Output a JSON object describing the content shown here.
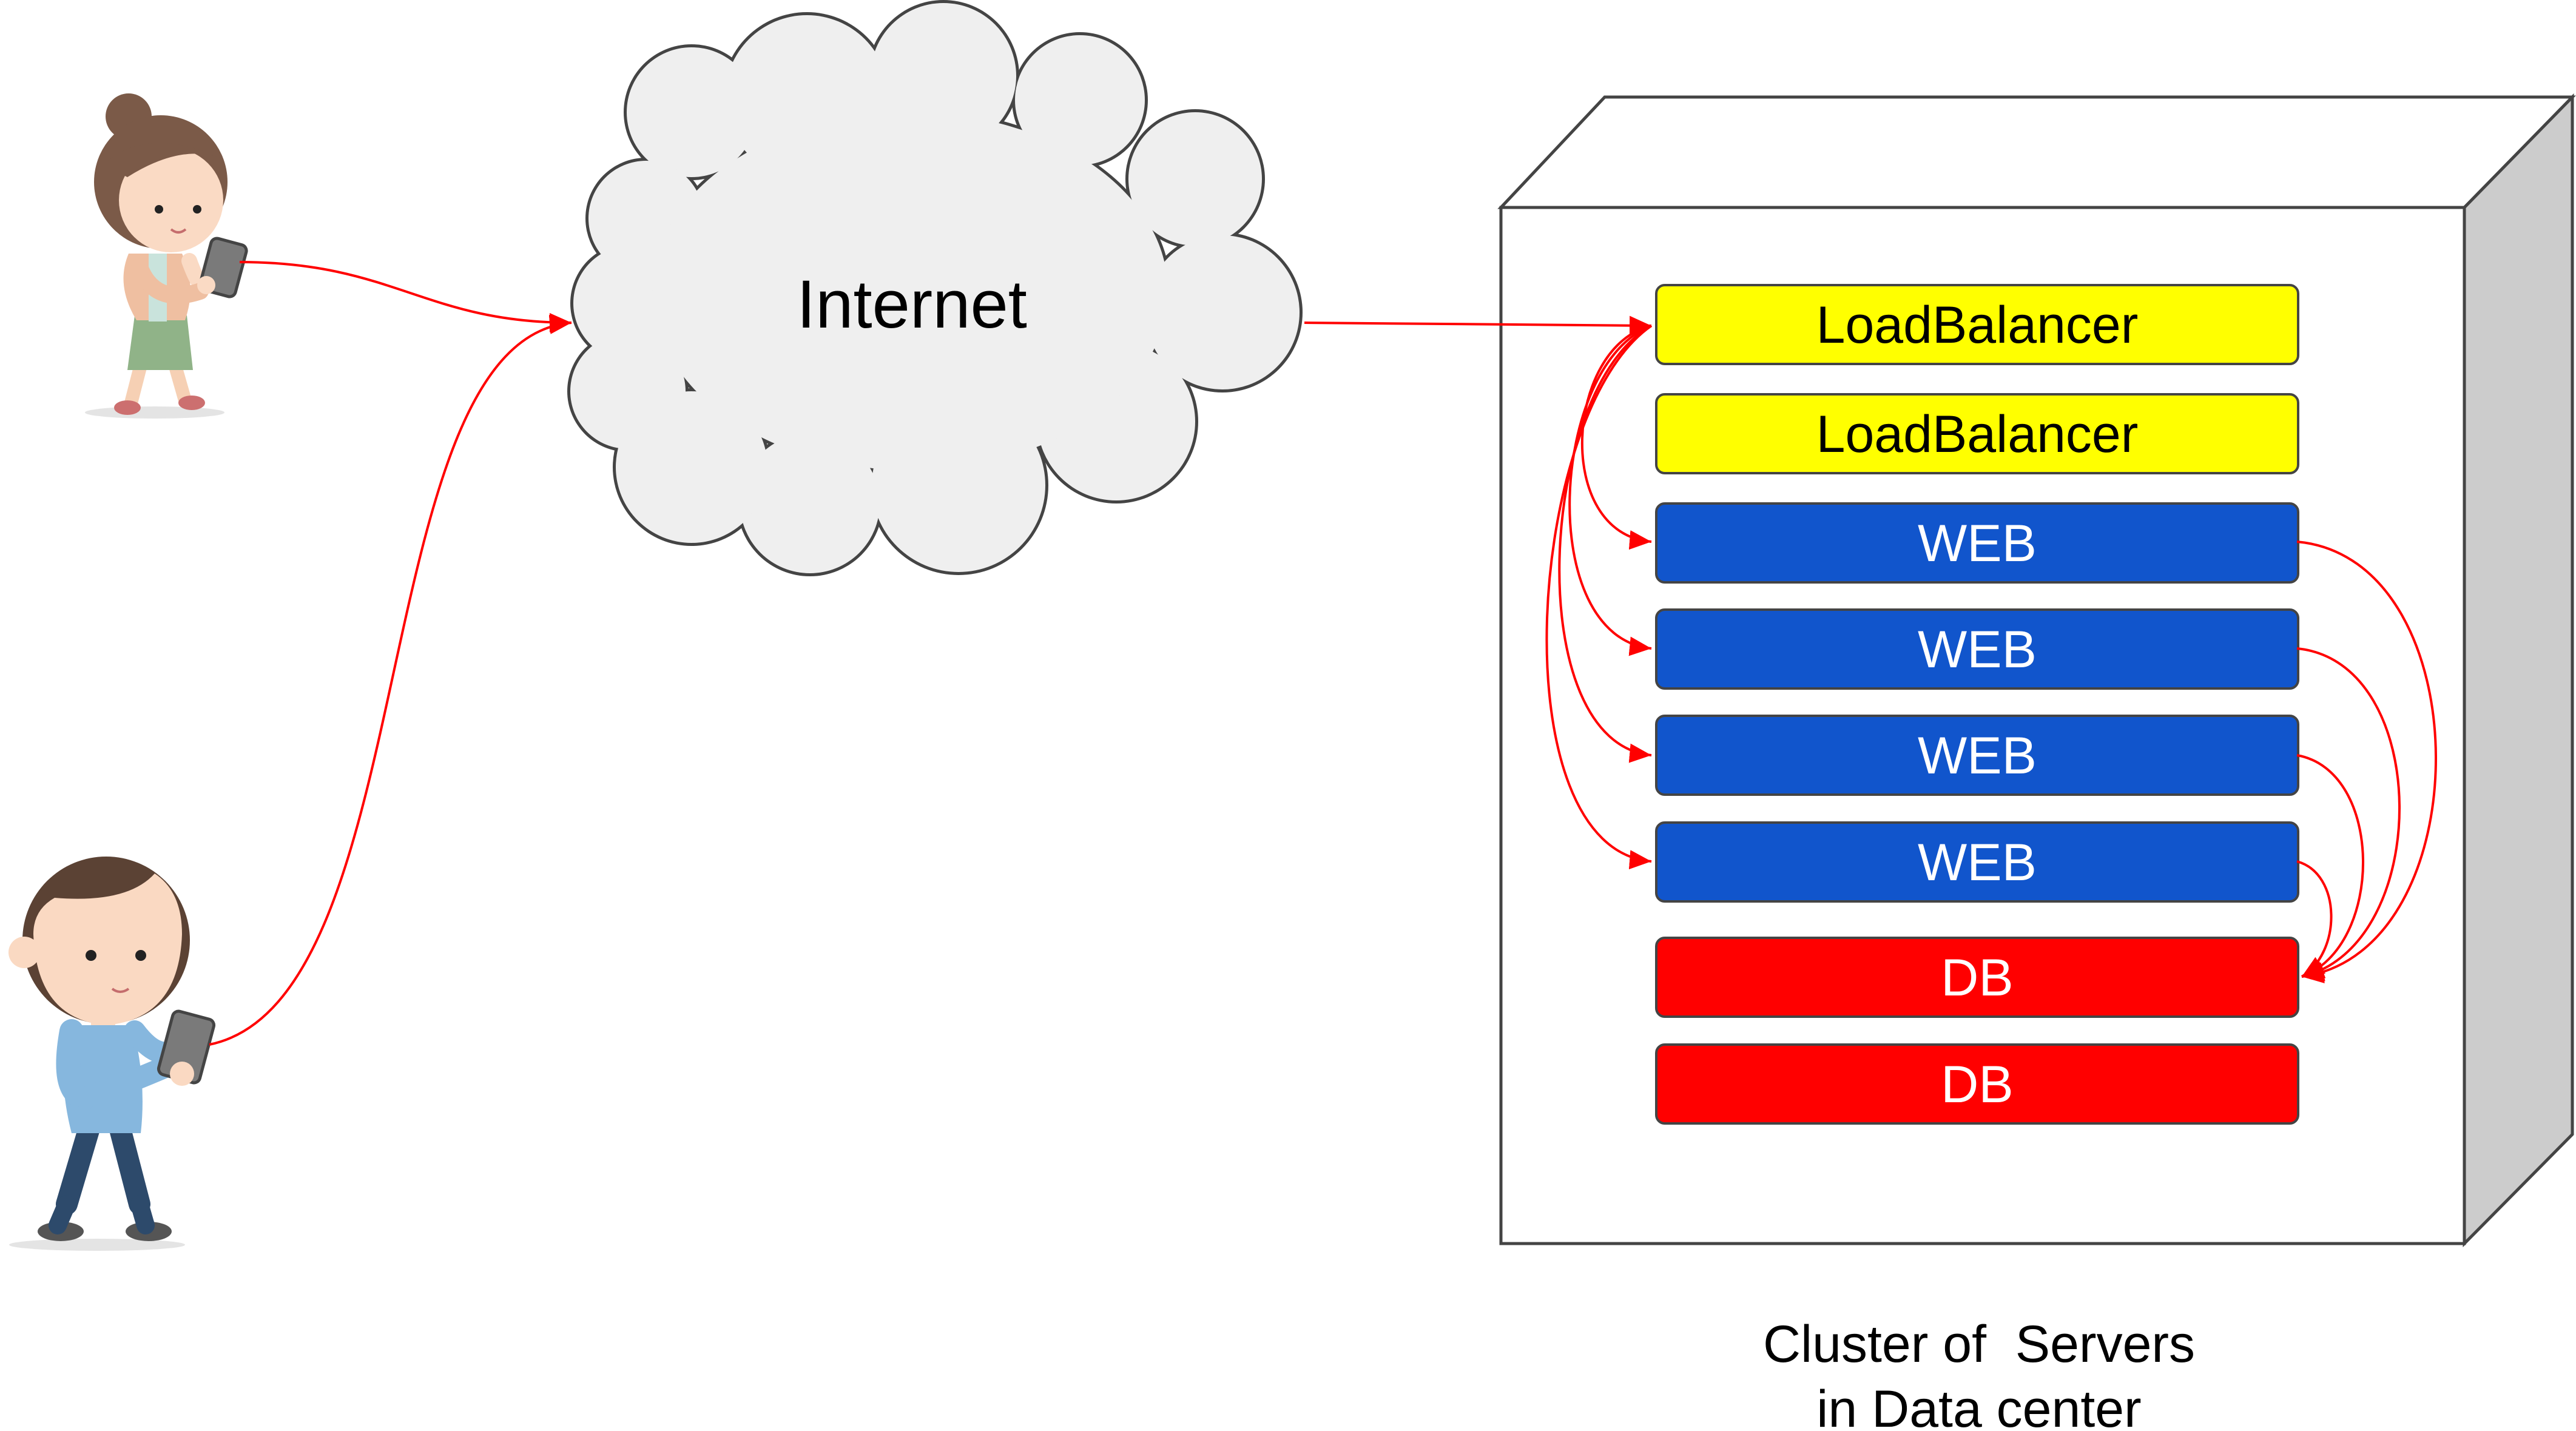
{
  "cloud": {
    "label": "Internet"
  },
  "servers": [
    {
      "label": "LoadBalancer",
      "fill": "#ffff00",
      "text_color": "#000000"
    },
    {
      "label": "LoadBalancer",
      "fill": "#ffff00",
      "text_color": "#000000"
    },
    {
      "label": "WEB",
      "fill": "#1155cc",
      "text_color": "#ffffff"
    },
    {
      "label": "WEB",
      "fill": "#1155cc",
      "text_color": "#ffffff"
    },
    {
      "label": "WEB",
      "fill": "#1155cc",
      "text_color": "#ffffff"
    },
    {
      "label": "WEB",
      "fill": "#1155cc",
      "text_color": "#ffffff"
    },
    {
      "label": "DB",
      "fill": "#ff0000",
      "text_color": "#ffffff"
    },
    {
      "label": "DB",
      "fill": "#ff0000",
      "text_color": "#ffffff"
    }
  ],
  "caption": {
    "line1": "Cluster of  Servers",
    "line2": "in Data center"
  },
  "colors": {
    "arrow": "#ff0000",
    "cloud_fill": "#efefef",
    "box_side": "#cccccc",
    "outline": "#444444"
  }
}
